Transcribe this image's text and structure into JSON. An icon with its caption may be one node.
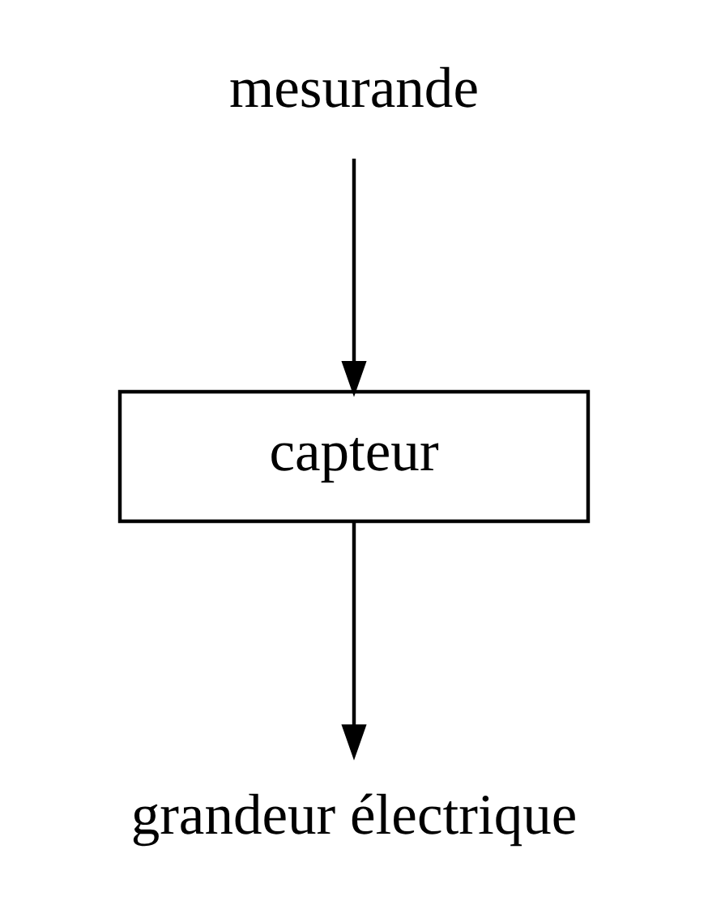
{
  "diagram": {
    "nodes": [
      {
        "text": [
          "mesurande"
        ]
      },
      {
        "text": [
          "capteur"
        ]
      },
      {
        "text": [
          "grandeur électrique"
        ]
      }
    ],
    "edges": [
      {
        "from": 0,
        "to": 1,
        "arrow": "to"
      },
      {
        "from": 1,
        "to": 2,
        "arrow": "to"
      }
    ]
  }
}
